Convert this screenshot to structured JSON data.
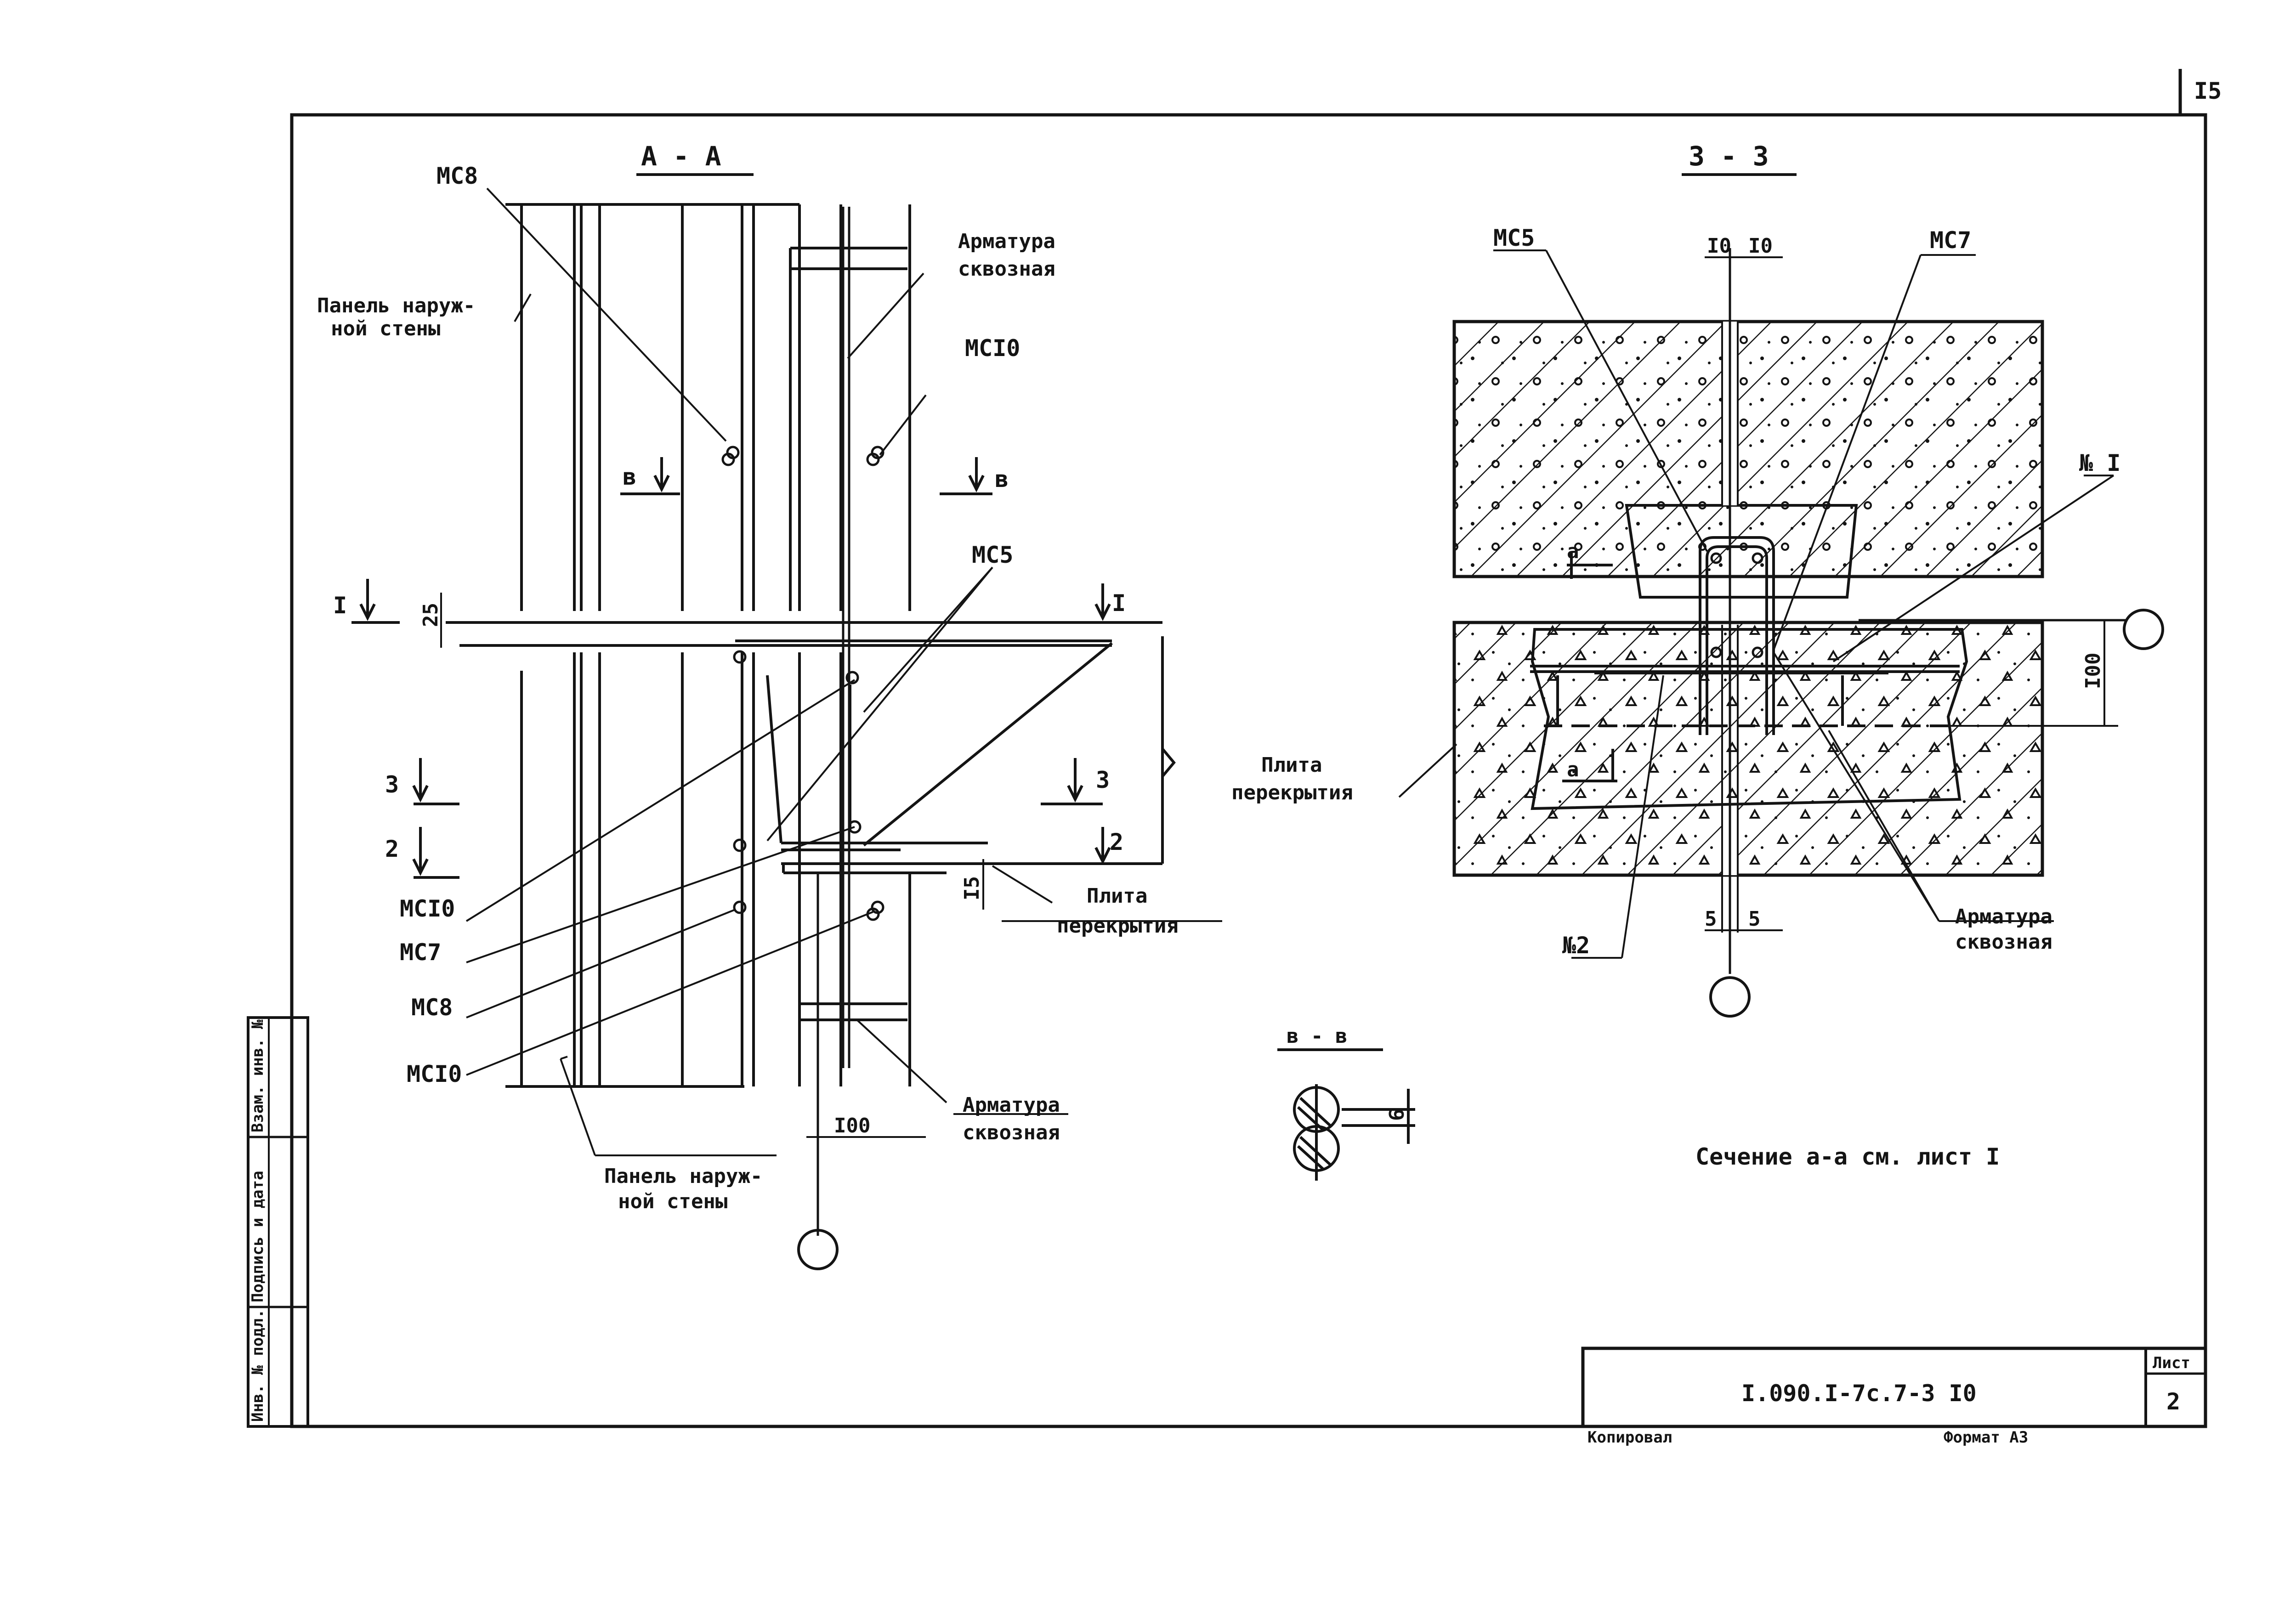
{
  "sheet": {
    "page_number": "I5",
    "stamp_code": "I.090.I-7c.7-3 I0",
    "sheet_label": "Лист",
    "sheet_number": "2",
    "copied_by": "Копировал",
    "format": "Формат А3",
    "side_stamp": [
      "Инв. № подл.",
      "Подпись и дата",
      "Взам. инв. №"
    ]
  },
  "section_aa": {
    "title": "А - А",
    "labels": {
      "mc8_top": "МС8",
      "panel_top_1": "Панель наруж-",
      "panel_top_2": "ной стены",
      "armatura_top_1": "Арматура",
      "armatura_top_2": "сквозная",
      "mc10_top": "МСI0",
      "mc5": "МС5",
      "mc10_left": "МСI0",
      "mc7_left": "МС7",
      "mc8_left": "МС8",
      "mc10_bottom": "МСI0",
      "plita_1": "Плита",
      "plita_2": "перекрытия",
      "armatura_bot_1": "Арматура",
      "armatura_bot_2": "сквозная",
      "panel_bot_1": "Панель наруж-",
      "panel_bot_2": "ной стены"
    },
    "cut_marks": {
      "b_left": "в",
      "b_right": "в",
      "i_left": "I",
      "i_right": "I",
      "three_left": "3",
      "three_right": "3",
      "two_left": "2",
      "two_right": "2"
    },
    "dims": {
      "top": "25",
      "middle": "I5",
      "bottom": "I00"
    }
  },
  "section_33": {
    "title": "3 - 3",
    "labels": {
      "mc5": "МС5",
      "mc7": "МС7",
      "n1": "№ I",
      "plita_1": "Плита",
      "plita_2": "перекрытия",
      "n2": "№2",
      "armatura_1": "Арматура",
      "armatura_2": "сквозная",
      "cut_a_top": "а",
      "cut_a_bottom": "а"
    },
    "dims": {
      "top_left": "I0",
      "top_right": "I0",
      "right": "I00",
      "bottom_left": "5",
      "bottom_right": "5"
    }
  },
  "section_bb": {
    "title": "в - в",
    "dim": "6"
  },
  "note": "Сечение а-а см. лист I"
}
